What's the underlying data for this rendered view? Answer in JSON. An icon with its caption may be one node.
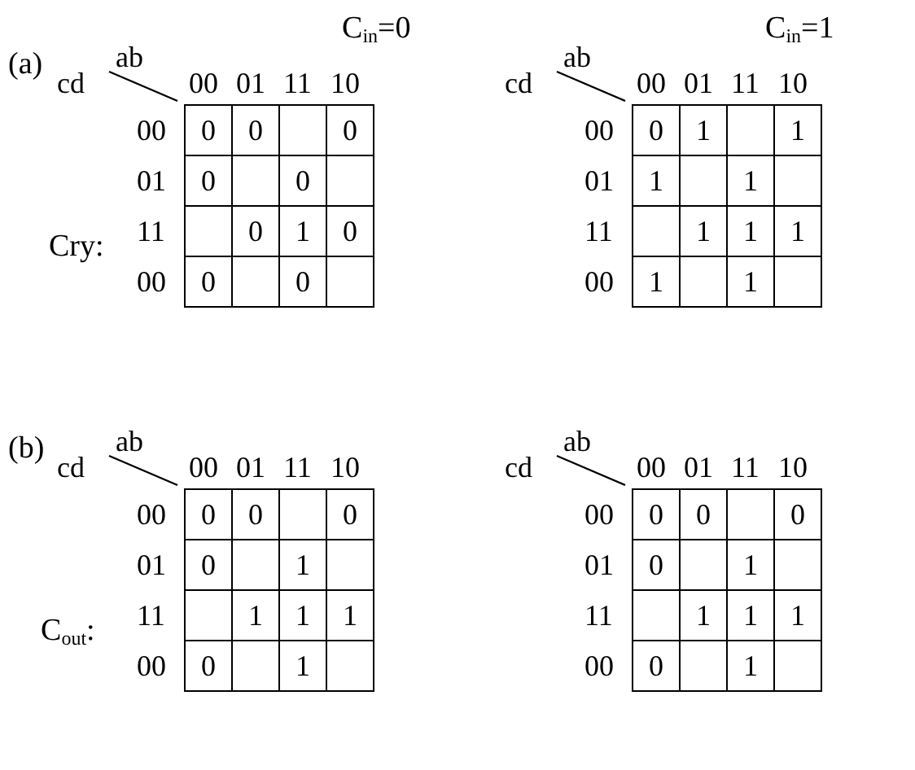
{
  "diagram": {
    "labels": [
      "C$_{in}$=0",
      "C$_{in}$=1",
      "(a)",
      "Cry:",
      "ab",
      "cd",
      "00",
      "01",
      "11",
      "10",
      "00",
      "0",
      "0",
      "0",
      "01",
      "0",
      "0",
      "11",
      "0",
      "1",
      "0",
      "00",
      "0",
      "0",
      "ab",
      "cd",
      "00",
      "01",
      "11",
      "10",
      "00",
      "0",
      "1",
      "1",
      "01",
      "1",
      "1",
      "11",
      "1",
      "1",
      "1",
      "00",
      "1",
      "1",
      "(b)",
      "C$_{out}$:",
      "ab",
      "cd",
      "00",
      "01",
      "11",
      "10",
      "00",
      "0",
      "0",
      "0",
      "01",
      "0",
      "1",
      "11",
      "1",
      "1",
      "1",
      "00",
      "0",
      "1",
      "ab",
      "cd",
      "00",
      "01",
      "11",
      "10",
      "00",
      "0",
      "0",
      "0",
      "01",
      "0",
      "1",
      "11",
      "1",
      "1",
      "1",
      "00",
      "0",
      "1"
    ]
  }
}
